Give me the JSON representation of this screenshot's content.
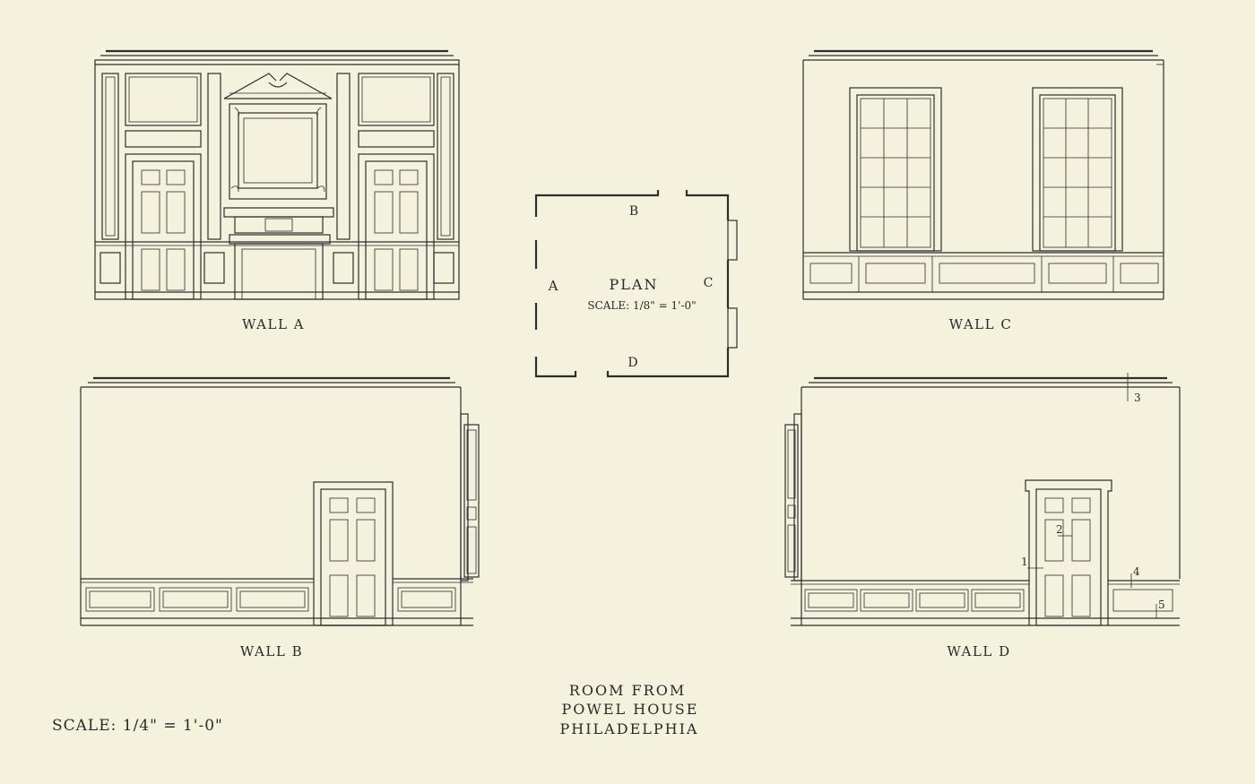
{
  "walls": {
    "a": {
      "label": "WALL A"
    },
    "b": {
      "label": "WALL B"
    },
    "c": {
      "label": "WALL C"
    },
    "d": {
      "label": "WALL D",
      "markers": [
        "1",
        "2",
        "3",
        "4",
        "5"
      ]
    }
  },
  "plan": {
    "title": "PLAN",
    "scale": "SCALE: 1/8\" = 1'-0\"",
    "letters": {
      "a": "A",
      "b": "B",
      "c": "C",
      "d": "D"
    }
  },
  "caption": {
    "line1": "ROOM FROM",
    "line2": "POWEL HOUSE",
    "line3": "PHILADELPHIA"
  },
  "scale_note": "SCALE: 1/4\" = 1'-0\""
}
